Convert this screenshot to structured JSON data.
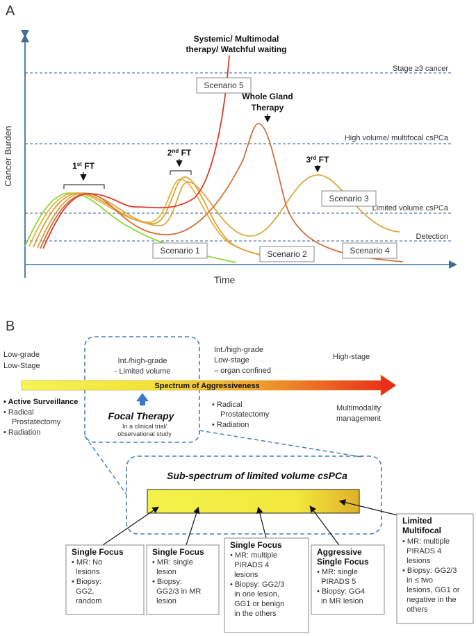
{
  "panel_a": {
    "letter": "A",
    "ylabel": "Cancer Burden",
    "xlabel": "Time",
    "thresholds": [
      {
        "label": "Stage ≥3 cancer"
      },
      {
        "label": "High volume/ multifocal csPCa"
      },
      {
        "label": "Limited volume csPCa"
      },
      {
        "label": "Detection"
      }
    ],
    "scenarios": [
      "Scenario 1",
      "Scenario 2",
      "Scenario 3",
      "Scenario 4",
      "Scenario 5"
    ],
    "annotations": {
      "ft1": "1",
      "ft1_sup": "st",
      "ft1_suffix": " FT",
      "ft2": "2",
      "ft2_sup": "nd",
      "ft2_suffix": " FT",
      "ft3": "3",
      "ft3_sup": "rd",
      "ft3_suffix": " FT",
      "whole_gland_l1": "Whole Gland",
      "whole_gland_l2": "Therapy",
      "systemic_l1": "Systemic/ Multimodal",
      "systemic_l2": "therapy/ Watchful waiting"
    },
    "colors": {
      "scenario1": "#8fd63a",
      "scenario2": "#e8a33a",
      "scenario3": "#d9b040",
      "scenario4": "#d2703a",
      "scenario5": "#e03a2a",
      "threshold": "#2d5b8a"
    }
  },
  "panel_b": {
    "letter": "B",
    "top_labels": {
      "low_l1": "Low-grade",
      "low_l2": "Low-Stage",
      "int_l1": "Int./high-grade",
      "int_l2": "- Limited volume",
      "int2_l1": "Int./high-grade",
      "int2_l2": "Low-stage",
      "int2_l3": "– organ confined",
      "high": "High-stage"
    },
    "spectrum_label": "Spectrum of Aggressiveness",
    "left_list": [
      "Active Surveillance",
      "Radical",
      "Prostatectomy",
      "Radiation"
    ],
    "middle_list": [
      "Radical",
      "Prostatectomy",
      "Radiation"
    ],
    "right_l1": "Multimodality",
    "right_l2": "management",
    "focal": {
      "title": "Focal Therapy",
      "sub_l1": "In a clinical trial/",
      "sub_l2": "observational study"
    },
    "sub_spectrum_title": "Sub-spectrum of limited volume csPCa",
    "boxes": [
      {
        "title": "Single Focus",
        "lines": [
          "• MR: No",
          "  lesions",
          "• Biopsy:",
          "  GG2,",
          "  random"
        ]
      },
      {
        "title": "Single Focus",
        "lines": [
          "• MR: single",
          "  lesion",
          "• Biopsy:",
          "  GG2/3 in MR",
          "  lesion"
        ]
      },
      {
        "title": "Single Focus",
        "lines": [
          "• MR: multiple",
          "  PIRADS 4",
          "  lesions",
          "• Biopsy: GG2/3",
          "  in one lesion,",
          "  GG1 or benign",
          "  in the others"
        ]
      },
      {
        "title_l1": "Aggressive",
        "title_l2": "Single Focus",
        "lines": [
          "• MR: single",
          "  PIRADS 5",
          "• Biopsy: GG4",
          "  in MR lesion"
        ]
      },
      {
        "title_l1": "Limited",
        "title_l2": "Multifocal",
        "lines": [
          "• MR: multiple",
          "  PIRADS 4",
          "  lesions",
          "• Biopsy: GG2/3",
          "  in ≤ two",
          "  lesions, GG1 or",
          "  negative in the",
          "  others"
        ]
      }
    ]
  }
}
